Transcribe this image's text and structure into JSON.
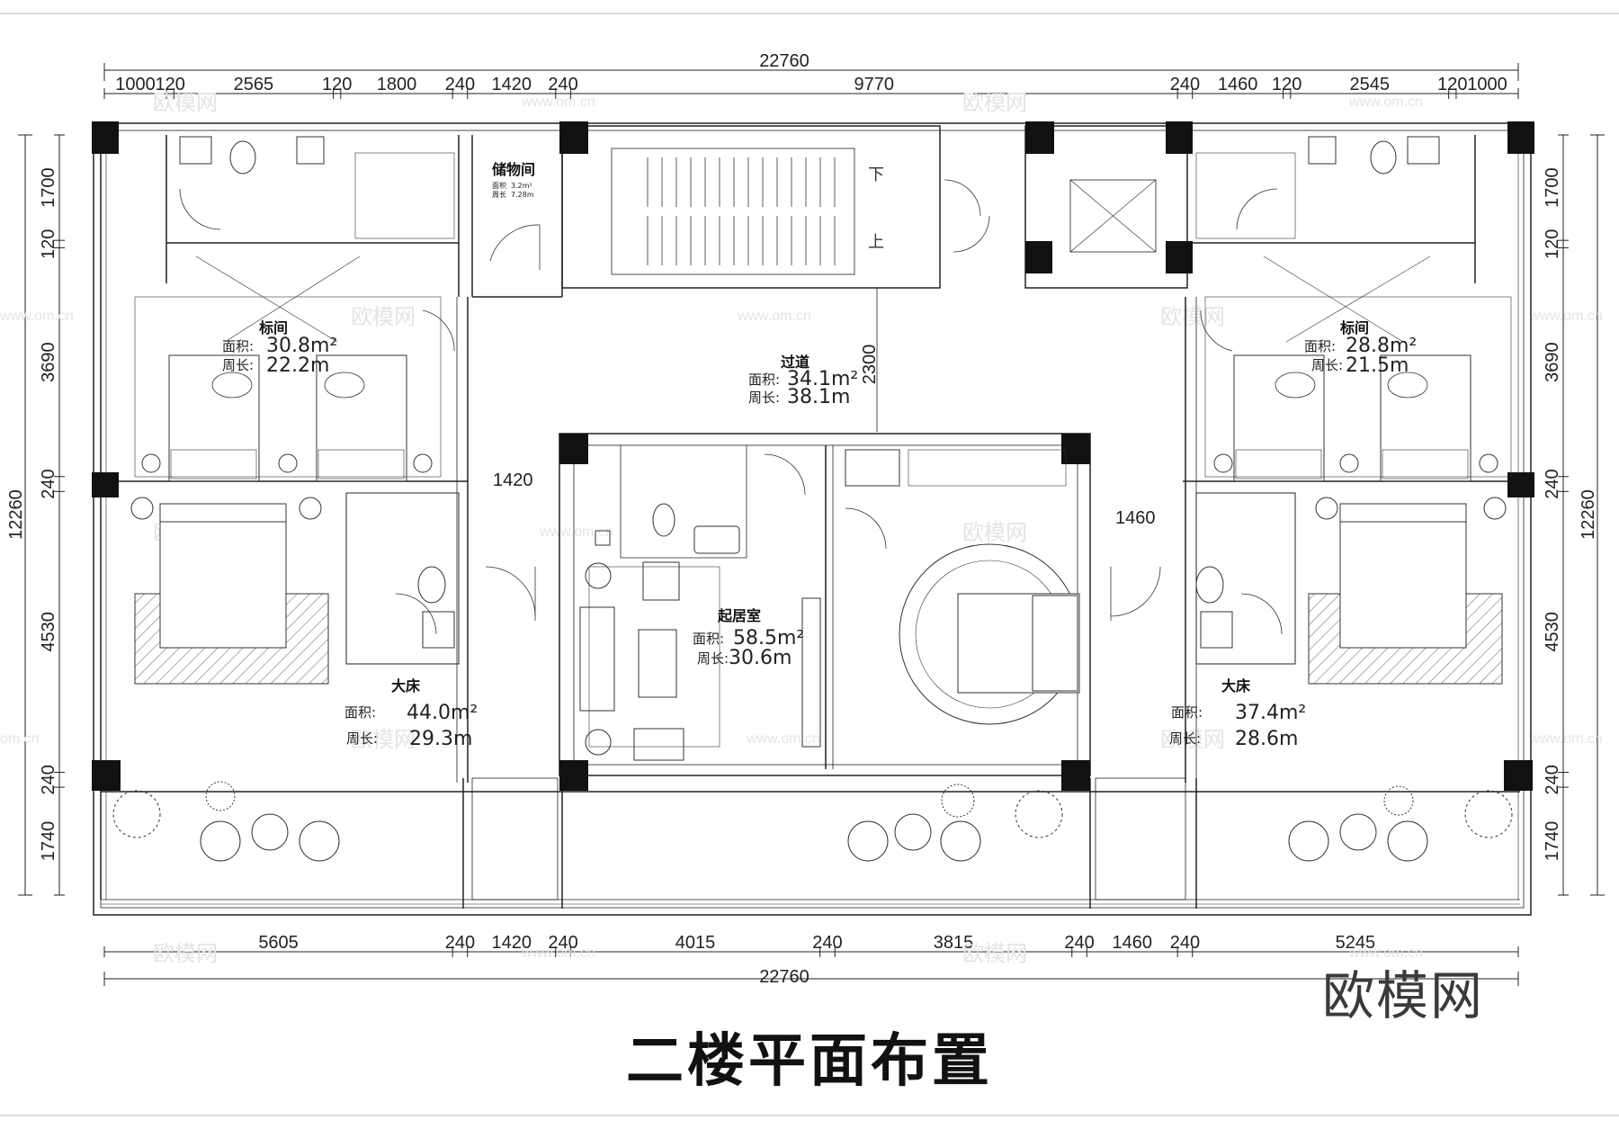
{
  "title": "二楼平面布置",
  "logo_text": "欧模网",
  "watermark": {
    "text": "欧模网",
    "url": "www.om.cn",
    "url_short": "om.cn"
  },
  "dimensions": {
    "top_total": "22760",
    "top_segments": [
      "1000",
      "120",
      "2565",
      "120",
      "1800",
      "240",
      "1420",
      "240",
      "9770",
      "240",
      "1460",
      "120",
      "2545",
      "120",
      "1000"
    ],
    "bottom_total": "22760",
    "bottom_segments": [
      "5605",
      "240",
      "1420",
      "240",
      "4015",
      "240",
      "3815",
      "240",
      "1460",
      "240",
      "5245"
    ],
    "left_total": "12260",
    "left_segments": [
      "1700",
      "120",
      "3690",
      "240",
      "4530",
      "240",
      "1740"
    ],
    "right_total": "12260",
    "right_segments": [
      "1700",
      "120",
      "3690",
      "240",
      "4530",
      "240",
      "1740"
    ],
    "interior": [
      "1420",
      "1460",
      "2300"
    ]
  },
  "rooms": [
    {
      "name": "储物间",
      "area_label": "面积",
      "area": "3.2m²",
      "perim_label": "周长",
      "perim": "7.28m"
    },
    {
      "name": "标间",
      "area_label": "面积:",
      "area": "30.8m²",
      "perim_label": "周长:",
      "perim": "22.2m"
    },
    {
      "name": "过道",
      "area_label": "面积:",
      "area": "34.1m²",
      "perim_label": "周长:",
      "perim": "38.1m"
    },
    {
      "name": "标间",
      "area_label": "面积:",
      "area": "28.8m²",
      "perim_label": "周长:",
      "perim": "21.5m"
    },
    {
      "name": "起居室",
      "area_label": "面积:",
      "area": "58.5m²",
      "perim_label": "周长:",
      "perim": "30.6m"
    },
    {
      "name": "大床",
      "area_label": "面积:",
      "area": "44.0m²",
      "perim_label": "周长:",
      "perim": "29.3m"
    },
    {
      "name": "大床",
      "area_label": "面积:",
      "area": "37.4m²",
      "perim_label": "周长:",
      "perim": "28.6m"
    }
  ],
  "stairs": {
    "down": "下",
    "up": "上"
  }
}
